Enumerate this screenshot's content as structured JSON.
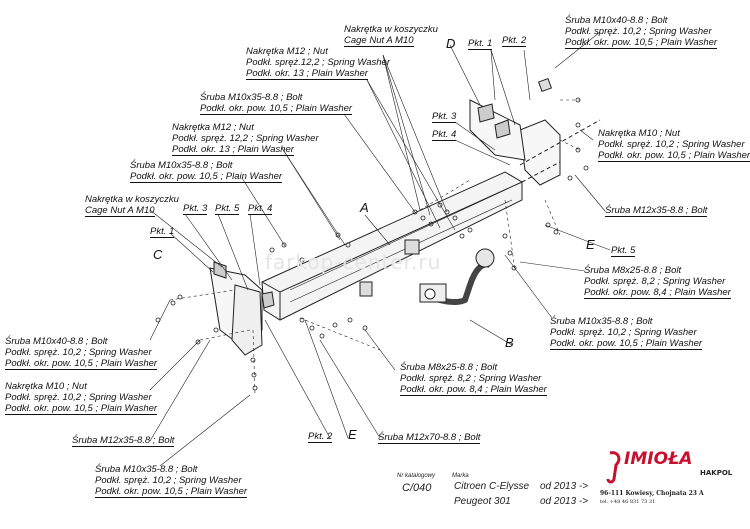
{
  "labels": {
    "cage_nut_top": [
      "Nakrętka w koszyczku",
      "Cage Nut A M10"
    ],
    "nut_m12_top": [
      "Nakrętka  M12 ; Nut",
      "Podkł. spręż.12,2 ; Spring Washer",
      "Podkł. okr. 13 ; Plain Washer"
    ],
    "bolt_m10x35_top": [
      "Śruba M10x35-8.8 ;  Bolt",
      "Podkł. okr. pow. 10,5 ; Plain Washer"
    ],
    "nut_m12_mid": [
      "Nakrętka  M12 ; Nut",
      "Podkł. spręż. 12,2 ; Spring Washer",
      "Podkł. okr. 13 ; Plain Washer"
    ],
    "bolt_m10x35_mid": [
      "Śruba M10x35-8.8 ;  Bolt",
      "Podkł. okr. pow. 10,5 ; Plain Washer"
    ],
    "cage_nut_left": [
      "Nakrętka w koszyczku",
      "Cage Nut A M10"
    ],
    "bolt_m10x40_right": [
      "Śruba M10x40-8.8 ;  Bolt",
      "Podkł. spręż. 10,2 ; Spring Washer",
      "Podkł. okr. pow. 10,5 ; Plain Washer"
    ],
    "nut_m10_right": [
      "Nakrętka  M10 ; Nut",
      "Podkł. spręż. 10,2 ; Spring Washer",
      "Podkł. okr. pow. 10,5 ; Plain Washer"
    ],
    "bolt_m12x35_right": [
      "Śruba M12x35-8.8 ;  Bolt"
    ],
    "bolt_m8x25_right": [
      "Śruba M8x25-8.8 ;  Bolt",
      "Podkł. spręż. 8,2 ; Spring Washer",
      "Podkł. okr. pow. 8,4 ; Plain Washer"
    ],
    "bolt_m10x35_right": [
      "Śruba M10x35-8.8 ;  Bolt",
      "Podkł. spręż. 10,2 ; Spring Washer",
      "Podkł. okr. pow. 10,5 ; Plain Washer"
    ],
    "bolt_m10x40_left": [
      "Śruba M10x40-8.8 ;  Bolt",
      "Podkł. spręż. 10,2 ; Spring Washer",
      "Podkł. okr. pow. 10,5 ; Plain Washer"
    ],
    "nut_m10_left": [
      "Nakrętka  M10 ; Nut",
      "Podkł. spręż. 10,2 ; Spring Washer",
      "Podkł. okr. pow. 10,5 ; Plain Washer"
    ],
    "bolt_m12x35_left": [
      "Śruba M12x35-8.8 ;  Bolt"
    ],
    "bolt_m8x25_bottom": [
      "Śruba M8x25-8.8 ;  Bolt",
      "Podkł. spręż. 8,2 ; Spring Washer",
      "Podkł. okr. pow. 8,4 ; Plain Washer"
    ],
    "bolt_m12x70_bottom": [
      "Śruba M12x70-8.8 ;  Bolt"
    ],
    "bolt_m10x35_bottom": [
      "Śruba M10x35-8.8 ;  Bolt",
      "Podkł. spręż. 10,2 ; Spring Washer",
      "Podkł. okr. pow. 10,5 ; Plain Washer"
    ]
  },
  "letters": {
    "A": "A",
    "B": "B",
    "C": "C",
    "D": "D",
    "E1": "E",
    "E2": "E"
  },
  "pkt": {
    "pkt1_top": "Pkt. 1",
    "pkt2_top": "Pkt. 2",
    "pkt3_top": "Pkt. 3",
    "pkt4_top": "Pkt. 4",
    "pkt5_right": "Pkt. 5",
    "pkt3_left": "Pkt. 3",
    "pkt5_left": "Pkt. 5",
    "pkt4_left": "Pkt. 4",
    "pkt1_left": "Pkt. 1",
    "pkt2_bottom": "Pkt. 2"
  },
  "watermark": "farkop-center.ru",
  "info": {
    "catalog_label": "Nr katalogowy",
    "catalog_value": "C/040",
    "brand_label": "Marka",
    "model1": "Citroen C-Elysse",
    "year1": "od 2013 ->",
    "model2": "Peugeot 301",
    "year2": "od 2013 ->"
  },
  "company": {
    "logo_text": "IMIOŁA",
    "logo_sub": "HAKPOL",
    "address": "96-111 Kowiesy, Chojnata 23 A",
    "phone": "tel. +48 46 831 73 31",
    "logo_color": "#c8102e"
  }
}
